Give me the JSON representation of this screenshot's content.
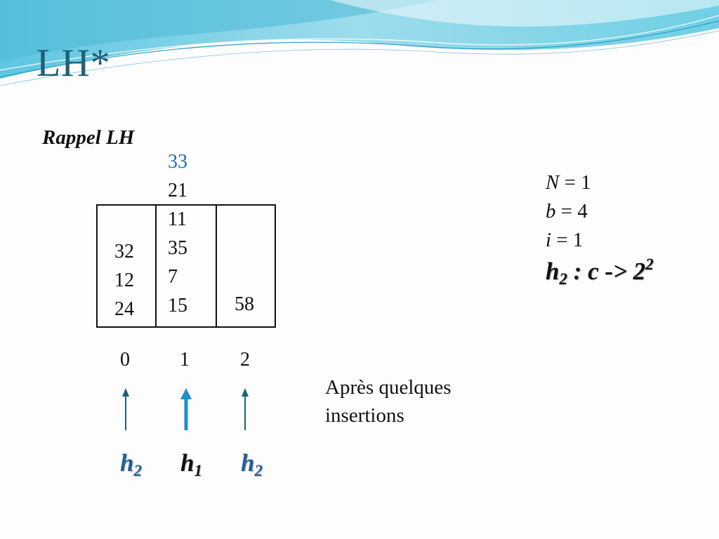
{
  "slide": {
    "title": "LH*",
    "subtitle": "Rappel LH"
  },
  "buckets": [
    {
      "index": "0",
      "keys": [
        "32",
        "12",
        "24"
      ]
    },
    {
      "index": "1",
      "keys": [
        "21",
        "11",
        "35",
        "7",
        "15"
      ],
      "overflow_key": "33"
    },
    {
      "index": "2",
      "keys": [
        "58"
      ]
    }
  ],
  "pointers": [
    {
      "label": "h",
      "sub": "2",
      "color": "#1f5f9a"
    },
    {
      "label": "h",
      "sub": "1",
      "color": "#111111"
    },
    {
      "label": "h",
      "sub": "2",
      "color": "#1f5f9a"
    }
  ],
  "params": {
    "N": {
      "name": "N",
      "value": " = 1"
    },
    "b": {
      "name": "b",
      "value": " = 4"
    },
    "i": {
      "name": "i",
      "value": " = 1"
    }
  },
  "formula": {
    "h": "h",
    "sub": "2",
    "middle": " : c -> 2",
    "exp": "2"
  },
  "note": {
    "line1": "Après quelques",
    "line2": "insertions"
  },
  "colors": {
    "title": "#1f5f7a",
    "accent_blue": "#1d6fae",
    "arrow_dark": "#1f5f7a",
    "arrow_bright": "#1c8fd0"
  }
}
